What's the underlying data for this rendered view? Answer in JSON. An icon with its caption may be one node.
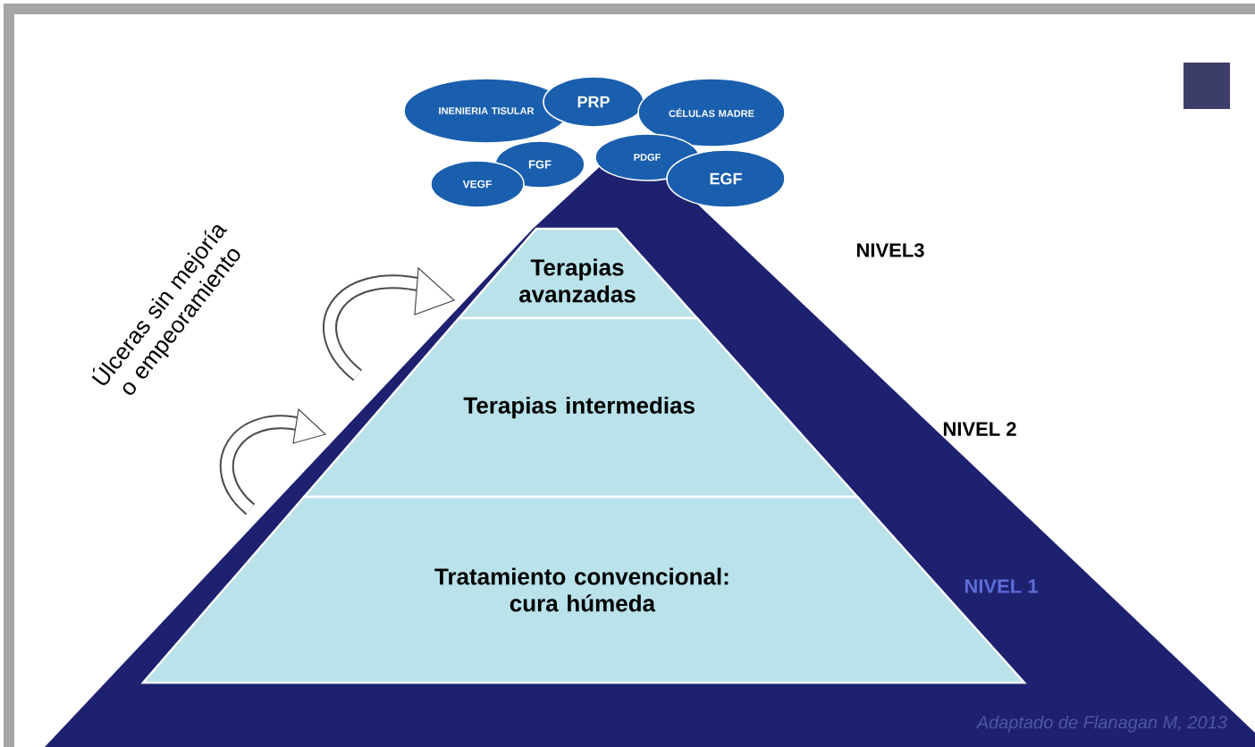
{
  "diagram": {
    "caption": "Adaptado de Flanagan M, 2013",
    "nodes": [
      {
        "text": [
          "INENIERIA TISULAR"
        ]
      },
      {
        "text": [
          "PRP"
        ]
      },
      {
        "text": [
          "CÉLULAS MADRE"
        ]
      },
      {
        "text": [
          "FGF"
        ]
      },
      {
        "text": [
          "PDGF"
        ]
      },
      {
        "text": [
          "VEGF"
        ]
      },
      {
        "text": [
          "EGF"
        ]
      },
      {
        "text": [
          "Terapias avanzadas"
        ]
      },
      {
        "text": [
          "Terapias intermedias"
        ]
      },
      {
        "text": [
          "Tratamiento convencional: cura húmeda"
        ]
      }
    ],
    "edges": [],
    "labels": [
      "Úlceras sin mejoría o empeoramiento",
      "NIVEL3",
      "NIVEL 2",
      "NIVEL 1"
    ]
  }
}
